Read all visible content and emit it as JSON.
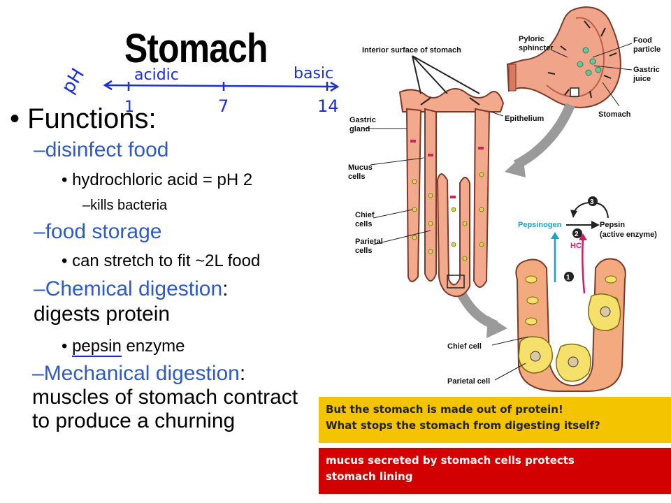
{
  "slide": {
    "title": "Stomach",
    "main_bullet": "Functions:",
    "items": [
      {
        "heading": "disinfect food",
        "sub": "hydrochloric acid = pH 2",
        "subsub": "kills bacteria"
      },
      {
        "heading": "food storage",
        "sub": "can stretch to fit ~2L food"
      },
      {
        "heading": "Chemical digestion",
        "heading_rest": ": digests protein",
        "sub_a": "pepsin",
        "sub_b": " enzyme"
      },
      {
        "heading": "Mechanical digestion",
        "heading_rest": ": muscles of stomach contract to produce a churning"
      }
    ]
  },
  "ph_annotation": {
    "label": "pH",
    "acidic": "acidic",
    "basic": "basic",
    "ticks": [
      "1",
      "7",
      "14"
    ]
  },
  "diagram_labels": {
    "interior_surface": "Interior surface of stomach",
    "pyloric_sphincter": "Pyloric sphincter",
    "food_particle": "Food particle",
    "gastric_juice": "Gastric juice",
    "stomach": "Stomach",
    "epithelium": "Epithelium",
    "gastric_gland": "Gastric gland",
    "mucus_cells": "Mucus cells",
    "chief_cells": "Chief cells",
    "parietal_cells": "Parietal cells",
    "pepsinogen": "Pepsinogen",
    "pepsin": "Pepsin",
    "active_enzyme": "(active enzyme)",
    "hcl": "HCl",
    "step1": "1",
    "step2": "2",
    "step3": "3",
    "chief_cell": "Chief cell",
    "parietal_cell": "Parietal cell"
  },
  "callouts": {
    "question_line1": "But the stomach is made out of protein!",
    "question_line2": "What stops the stomach from digesting itself?",
    "answer_line1": "mucus secreted by stomach cells protects",
    "answer_line2": "stomach lining"
  },
  "colors": {
    "heading_blue": "#2e5ac8",
    "pen_blue": "#1a2fd8",
    "question_bg": "#f5c400",
    "answer_bg": "#d20000",
    "answer_text": "#ffffff"
  }
}
